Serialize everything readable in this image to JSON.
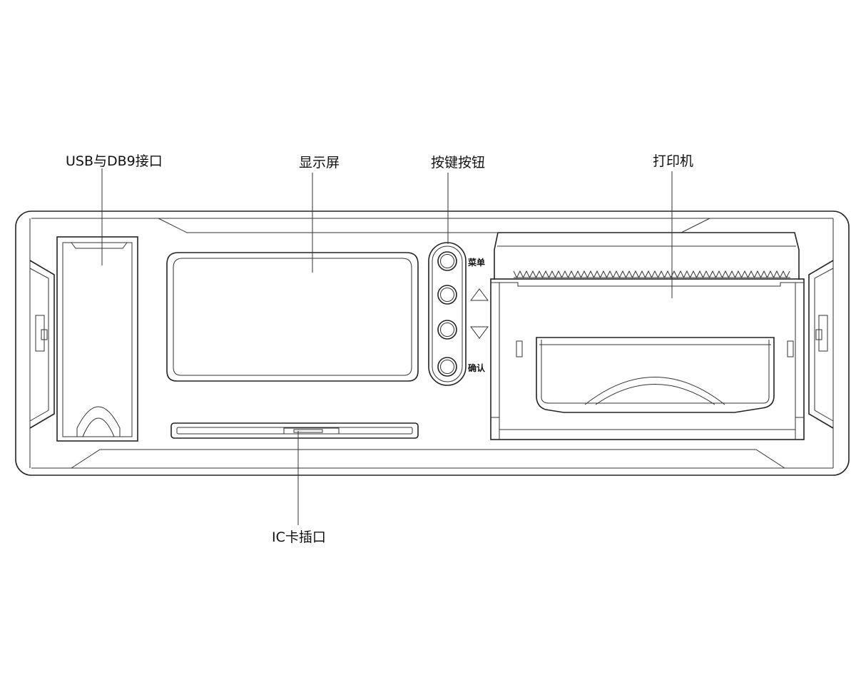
{
  "callouts": {
    "usb_port": "USB与DB9接口",
    "display": "显示屏",
    "buttons": "按键按钮",
    "printer": "打印机",
    "ic_card_slot": "IC卡插口"
  },
  "button_labels": {
    "menu": "菜单",
    "confirm": "确认"
  },
  "colors": {
    "line": "#222222",
    "background": "#ffffff"
  }
}
